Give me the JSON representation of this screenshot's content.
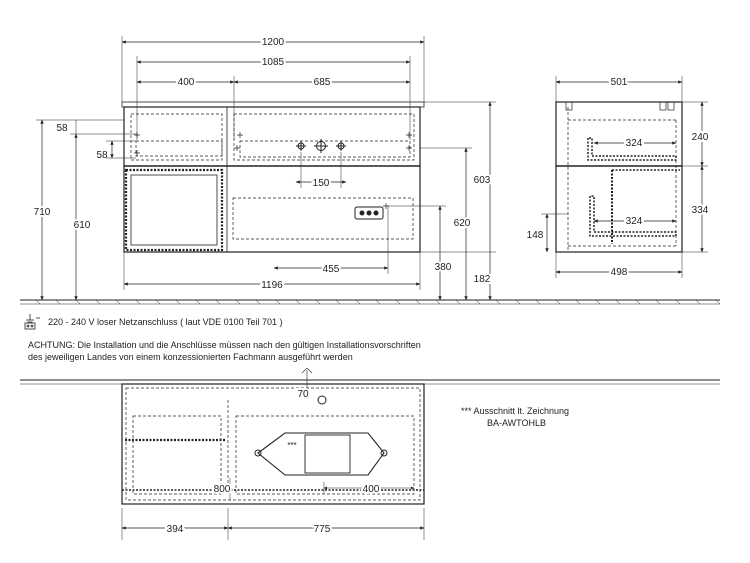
{
  "front_view": {
    "width_total": "1200",
    "width_inner": "1085",
    "width_left": "400",
    "width_right": "685",
    "height_top_drawer": "58",
    "height_inner_drawer": "58",
    "height_total": "710",
    "height_body": "610",
    "spacing_150": "150",
    "height_603": "603",
    "height_620": "620",
    "height_380": "380",
    "height_182": "182",
    "offset_455": "455",
    "width_bottom": "1196"
  },
  "side_view": {
    "depth_total": "501",
    "shelf_upper": "324",
    "shelf_lower": "324",
    "height_240": "240",
    "height_334": "334",
    "height_148": "148",
    "depth_bottom": "498"
  },
  "notes": {
    "power_supply": "220 - 240 V loser Netzanschluss ( laut VDE 0100 Teil 701 )",
    "warning_line1": "ACHTUNG: Die Installation und die Anschlüsse müssen nach den gültigen Installationsvorschriften",
    "warning_line2": "des jeweiligen Landes von einem konzessionierten Fachmann ausgeführt werden",
    "cutout_line1": "*** Ausschnitt lt. Zeichnung",
    "cutout_line2": "BA-AWTOHLB"
  },
  "top_view": {
    "dim_70": "70",
    "dim_800": "800",
    "dim_400": "400",
    "dim_394": "394",
    "dim_775": "775",
    "sink_marker": "***"
  }
}
